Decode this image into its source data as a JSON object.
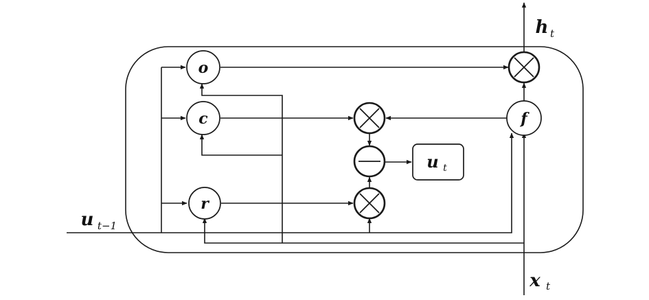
{
  "nodes": {
    "o": "o",
    "c": "c",
    "r": "r",
    "f": "f"
  },
  "output_box": {
    "base": "u",
    "sub": "t"
  },
  "input_prev": {
    "base": "u",
    "sub": "t−1"
  },
  "input_x": {
    "base": "x",
    "sub": "t"
  },
  "output_h": {
    "base": "h",
    "sub": "t"
  }
}
